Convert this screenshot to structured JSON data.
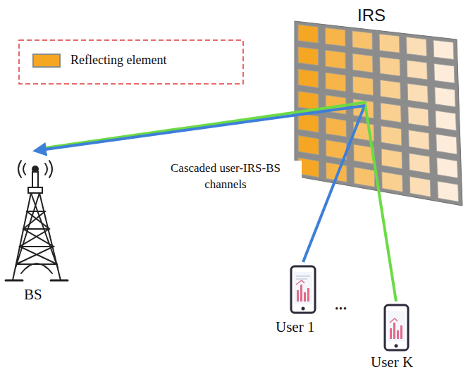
{
  "diagram": {
    "nodes": [
      {
        "text": [
          "IRS"
        ]
      },
      {
        "text": [
          "BS"
        ]
      },
      {
        "text": [
          "User 1"
        ]
      },
      {
        "text": [
          "User K"
        ]
      }
    ],
    "edges": [
      {
        "from": 2,
        "to": 0,
        "arrow": "none"
      },
      {
        "from": 3,
        "to": 0,
        "arrow": "none"
      },
      {
        "from": 0,
        "to": 1,
        "arrow": "none"
      },
      {
        "from": 0,
        "to": 1,
        "arrow": "to"
      }
    ],
    "labels": [
      "Cascaded user-IRS-BS channels",
      "•••"
    ],
    "legend": [
      {
        "text": "Reflecting element",
        "color": "#F5A623"
      }
    ]
  }
}
